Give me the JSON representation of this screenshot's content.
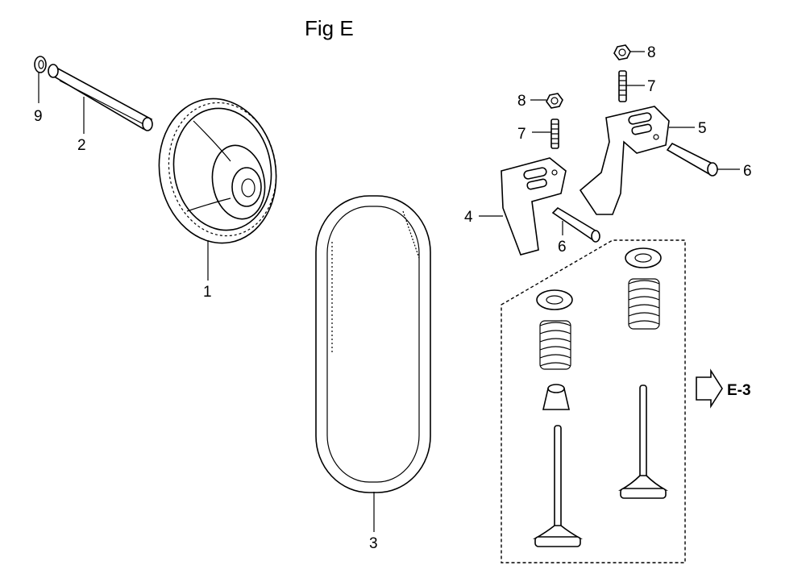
{
  "title": "Fig E",
  "reference": "E-3",
  "callouts": [
    "9",
    "2",
    "1",
    "3",
    "8",
    "7",
    "4",
    "6",
    "8",
    "7",
    "5",
    "6"
  ],
  "colors": {
    "ink": "#000000",
    "paper": "#ffffff"
  }
}
